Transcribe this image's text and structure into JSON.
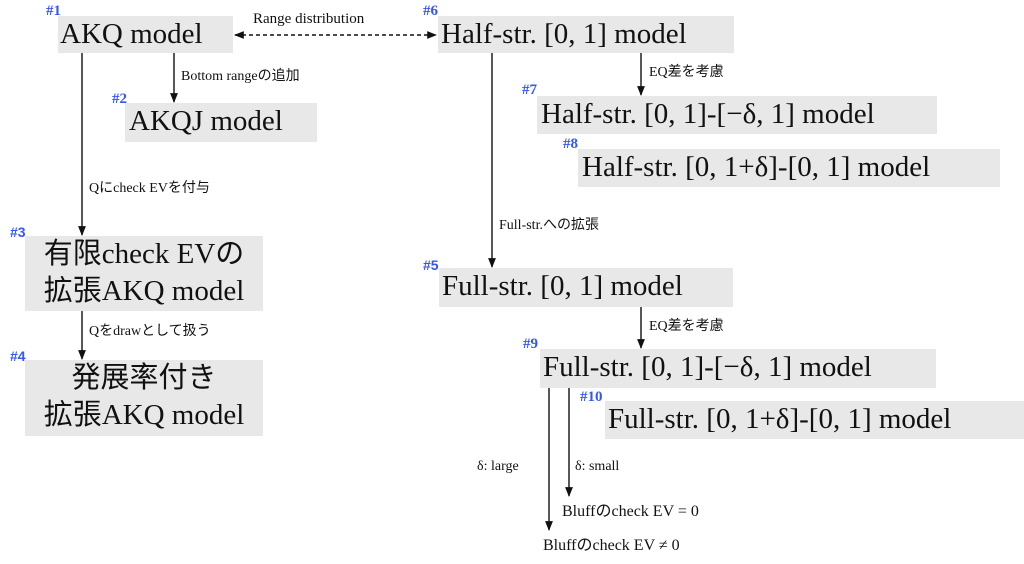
{
  "diagram": {
    "nodes": [
      {
        "id": "1",
        "tag": "#1",
        "lines": [
          "AKQ model"
        ]
      },
      {
        "id": "2",
        "tag": "#2",
        "lines": [
          "AKQJ model"
        ]
      },
      {
        "id": "3",
        "tag": "#3",
        "lines": [
          "有限check EVの",
          "拡張AKQ model"
        ]
      },
      {
        "id": "4",
        "tag": "#4",
        "lines": [
          "発展率付き",
          "拡張AKQ model"
        ]
      },
      {
        "id": "5",
        "tag": "#5",
        "lines": [
          "Full-str. [0, 1] model"
        ]
      },
      {
        "id": "6",
        "tag": "#6",
        "lines": [
          "Half-str. [0, 1] model"
        ]
      },
      {
        "id": "7",
        "tag": "#7",
        "lines": [
          "Half-str. [0, 1]-[−δ, 1] model"
        ]
      },
      {
        "id": "8",
        "tag": "#8",
        "lines": [
          "Half-str. [0, 1+δ]-[0, 1] model"
        ]
      },
      {
        "id": "9",
        "tag": "#9",
        "lines": [
          "Full-str. [0, 1]-[−δ, 1] model"
        ]
      },
      {
        "id": "10",
        "tag": "#10",
        "lines": [
          "Full-str. [0, 1+δ]-[0, 1] model"
        ]
      }
    ],
    "edges": [
      {
        "from": "1",
        "to": "6",
        "label": "Range distribution",
        "style": "dashed-bidirectional"
      },
      {
        "from": "1",
        "to": "2",
        "label": "Bottom rangeの追加",
        "style": "solid"
      },
      {
        "from": "1",
        "to": "3",
        "label": "Qにcheck EVを付与",
        "style": "solid"
      },
      {
        "from": "3",
        "to": "4",
        "label": "Qをdrawとして扱う",
        "style": "solid"
      },
      {
        "from": "6",
        "to": "7",
        "label": "EQ差を考慮",
        "style": "solid"
      },
      {
        "from": "6",
        "to": "5",
        "label": "Full-str.への拡張",
        "style": "solid"
      },
      {
        "from": "5",
        "to": "9",
        "label": "EQ差を考慮",
        "style": "solid"
      },
      {
        "from": "9",
        "to": "result_nonzero",
        "label": "δ: large",
        "style": "solid"
      },
      {
        "from": "9",
        "to": "result_zero",
        "label": "δ: small",
        "style": "solid"
      }
    ],
    "results": {
      "zero": "Bluffのcheck EV = 0",
      "nonzero": "Bluffのcheck EV ≠ 0"
    },
    "colors": {
      "node_fill": "#e8e8e8",
      "tag": "#3355ff",
      "line": "#111111"
    }
  }
}
